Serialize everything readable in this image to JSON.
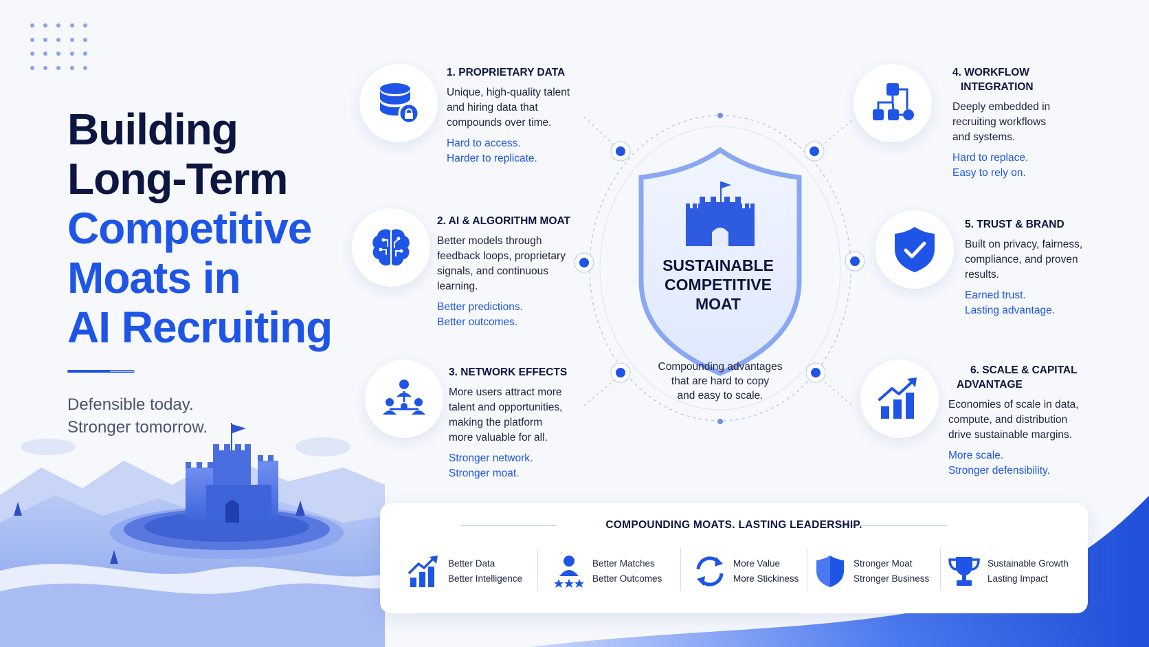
{
  "title": {
    "line1": "Building",
    "line2": "Long-Term",
    "line3": "Competitive",
    "line4": "Moats in",
    "line5": "AI Recruiting"
  },
  "tagline": {
    "line1": "Defensible today.",
    "line2": "Stronger tomorrow."
  },
  "center": {
    "line1": "SUSTAINABLE",
    "line2": "COMPETITIVE",
    "line3": "MOAT",
    "sub1": "Compounding advantages",
    "sub2": "that are hard to copy",
    "sub3": "and easy to scale."
  },
  "features": [
    {
      "title": "1. PROPRIETARY DATA",
      "desc": [
        "Unique, high-quality talent",
        "and hiring data that",
        "compounds over time."
      ],
      "tags": [
        "Hard to access.",
        "Harder to replicate."
      ],
      "icon": "database-lock-icon"
    },
    {
      "title": "2. AI & ALGORITHM MOAT",
      "desc": [
        "Better models through",
        "feedback loops, proprietary",
        "signals, and continuous",
        "learning."
      ],
      "tags": [
        "Better predictions.",
        "Better outcomes."
      ],
      "icon": "brain-circuit-icon"
    },
    {
      "title": "3. NETWORK EFFECTS",
      "desc": [
        "More users attract more",
        "talent and opportunities,",
        "making the platform",
        "more valuable for all."
      ],
      "tags": [
        "Stronger network.",
        "Stronger moat."
      ],
      "icon": "network-people-icon"
    },
    {
      "title1": "4. WORKFLOW",
      "title2": "INTEGRATION",
      "desc": [
        "Deeply embedded in",
        "recruiting workflows",
        "and systems."
      ],
      "tags": [
        "Hard to replace.",
        "Easy to rely on."
      ],
      "icon": "workflow-icon"
    },
    {
      "title": "5. TRUST & BRAND",
      "desc": [
        "Built on privacy, fairness,",
        "compliance, and proven",
        "results."
      ],
      "tags": [
        "Earned trust.",
        "Lasting advantage."
      ],
      "icon": "shield-check-icon"
    },
    {
      "title1": "6. SCALE & CAPITAL",
      "title2": "ADVANTAGE",
      "desc": [
        "Economies of scale in data,",
        "compute, and distribution",
        "drive sustainable margins."
      ],
      "tags": [
        "More scale.",
        "Stronger defensibility."
      ],
      "icon": "growth-chart-icon"
    }
  ],
  "panel": {
    "heading": "COMPOUNDING MOATS.  LASTING LEADERSHIP.",
    "items": [
      {
        "line1": "Better Data",
        "line2": "Better Intelligence",
        "icon": "bar-growth-icon"
      },
      {
        "line1": "Better Matches",
        "line2": "Better Outcomes",
        "icon": "person-stars-icon"
      },
      {
        "line1": "More Value",
        "line2": "More Stickiness",
        "icon": "refresh-cycle-icon"
      },
      {
        "line1": "Stronger Moat",
        "line2": "Stronger Business",
        "icon": "shield-icon"
      },
      {
        "line1": "Sustainable Growth",
        "line2": "Lasting Impact",
        "icon": "trophy-icon"
      }
    ]
  },
  "colors": {
    "accent": "#1f55e6",
    "dark": "#0d1640",
    "background": "#f6f8fc"
  }
}
